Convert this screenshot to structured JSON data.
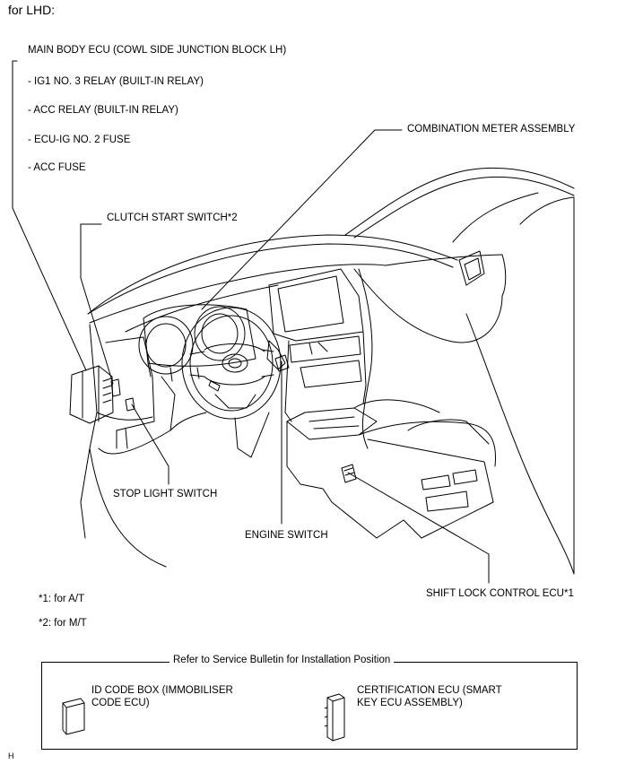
{
  "header": "for LHD:",
  "main_body_ecu": {
    "title": "MAIN BODY ECU (COWL SIDE JUNCTION BLOCK LH)",
    "items": [
      "- IG1 NO. 3 RELAY (BUILT-IN RELAY)",
      "- ACC RELAY (BUILT-IN RELAY)",
      "- ECU-IG NO. 2 FUSE",
      "- ACC FUSE"
    ]
  },
  "labels": {
    "combination_meter": "COMBINATION METER ASSEMBLY",
    "clutch_start_switch": "CLUTCH START SWITCH*2",
    "stop_light_switch": "STOP LIGHT SWITCH",
    "engine_switch": "ENGINE SWITCH",
    "shift_lock_ecu": "SHIFT LOCK CONTROL ECU*1"
  },
  "footnotes": [
    "*1: for A/T",
    "*2: for M/T"
  ],
  "service_box": {
    "title": "Refer to Service Bulletin for Installation Position",
    "id_code_box": [
      "ID CODE BOX (IMMOBILISER",
      "CODE ECU)"
    ],
    "certification_ecu": [
      "CERTIFICATION ECU (SMART",
      "KEY ECU ASSEMBLY)"
    ]
  },
  "corner_mark": "H"
}
